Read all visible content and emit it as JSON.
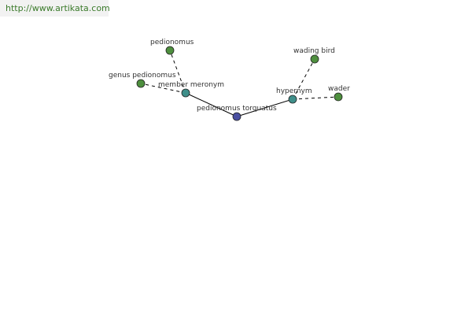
{
  "watermark": {
    "text": "http://www.artikata.com"
  },
  "colors": {
    "center_node": "#4a4fa0",
    "relation_node": "#3f8f8a",
    "leaf_node": "#4e8f3e",
    "edge": "#000000"
  },
  "graph": {
    "nodes": [
      {
        "id": "pedionomus-torquatus",
        "label": "pedionomus torquatus",
        "kind": "center"
      },
      {
        "id": "member-meronym",
        "label": "member meronym",
        "kind": "relation"
      },
      {
        "id": "hypernym",
        "label": "hypernym",
        "kind": "relation"
      },
      {
        "id": "pedionomus",
        "label": "pedionomus",
        "kind": "leaf"
      },
      {
        "id": "genus-pedionomus",
        "label": "genus pedionomus",
        "kind": "leaf"
      },
      {
        "id": "wading-bird",
        "label": "wading bird",
        "kind": "leaf"
      },
      {
        "id": "wader",
        "label": "wader",
        "kind": "leaf"
      }
    ],
    "edges": [
      {
        "from": "pedionomus-torquatus",
        "to": "member-meronym",
        "style": "solid"
      },
      {
        "from": "pedionomus-torquatus",
        "to": "hypernym",
        "style": "solid"
      },
      {
        "from": "member-meronym",
        "to": "pedionomus",
        "style": "dashed"
      },
      {
        "from": "member-meronym",
        "to": "genus-pedionomus",
        "style": "dashed"
      },
      {
        "from": "hypernym",
        "to": "wading-bird",
        "style": "dashed"
      },
      {
        "from": "hypernym",
        "to": "wader",
        "style": "dashed"
      }
    ]
  }
}
